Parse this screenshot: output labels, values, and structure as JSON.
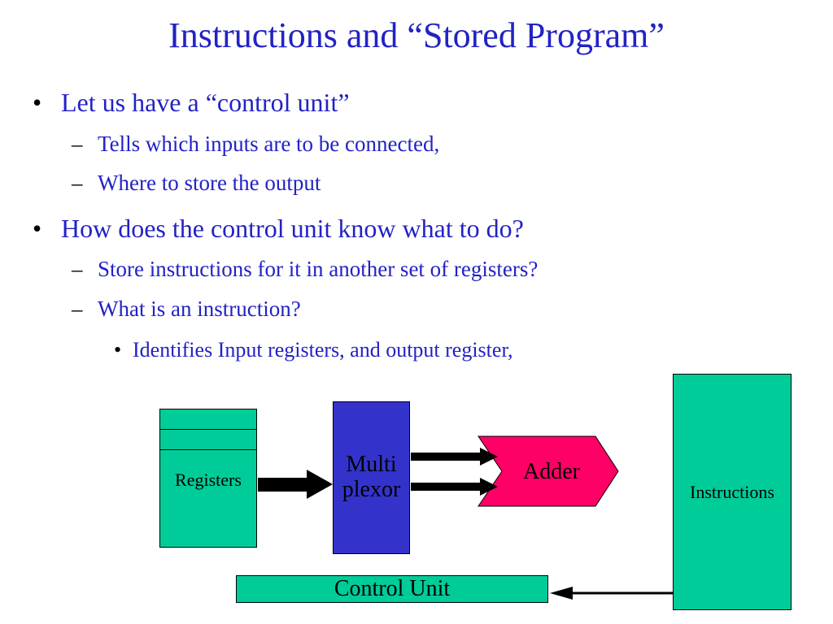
{
  "title": "Instructions and “Stored Program”",
  "bullets": [
    {
      "level": 1,
      "marker": "•",
      "text": "Let us have a “control unit”"
    },
    {
      "level": 2,
      "marker": "–",
      "text": "Tells which inputs are to be connected,"
    },
    {
      "level": 2,
      "marker": "–",
      "text": "Where to store the output"
    },
    {
      "level": 1,
      "marker": "•",
      "text": "How does the control unit know what to do?"
    },
    {
      "level": 2,
      "marker": "–",
      "text": "Store instructions for it in another set of registers?"
    },
    {
      "level": 2,
      "marker": "–",
      "text": "What is an instruction?"
    },
    {
      "level": 3,
      "marker": "•",
      "text": "Identifies Input registers, and output register,"
    }
  ],
  "diagram": {
    "registers_label": "Registers",
    "mux_label_line1": "Multi",
    "mux_label_line2": "plexor",
    "adder_label": "Adder",
    "instructions_label": "Instructions",
    "control_unit_label": "Control Unit",
    "colors": {
      "text_blue": "#2222c6",
      "teal": "#00cc99",
      "mux_blue": "#3333cc",
      "adder_pink": "#ff0066",
      "line_black": "#000000"
    }
  }
}
